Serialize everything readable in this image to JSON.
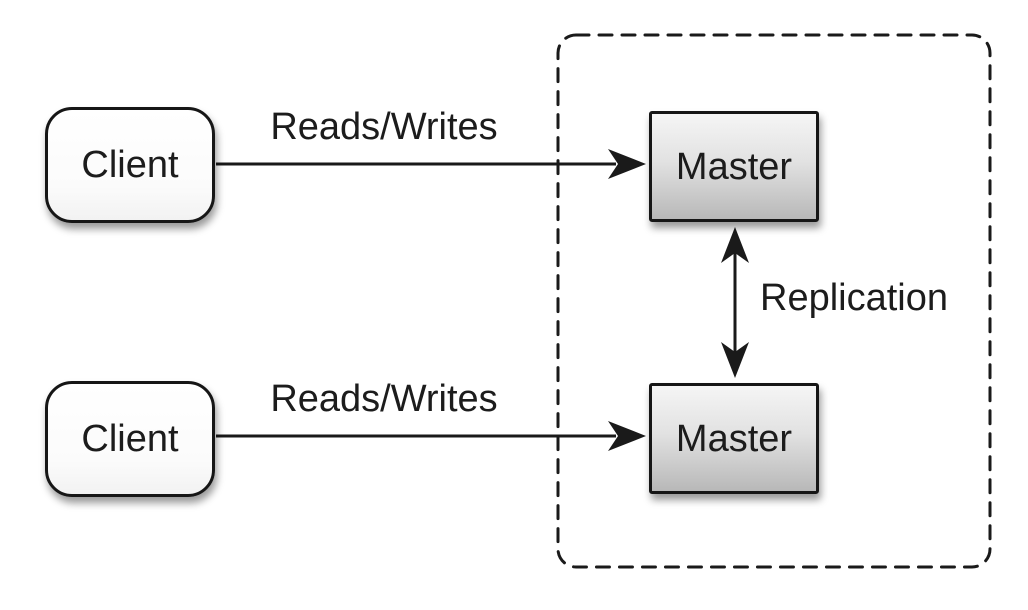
{
  "nodes": {
    "client_top": {
      "label": "Client"
    },
    "client_bottom": {
      "label": "Client"
    },
    "master_top": {
      "label": "Master"
    },
    "master_bottom": {
      "label": "Master"
    }
  },
  "edges": {
    "client_top_to_master_top": {
      "label": "Reads/Writes"
    },
    "client_bottom_to_master_bottom": {
      "label": "Reads/Writes"
    },
    "master_to_master": {
      "label": "Replication"
    }
  },
  "colors": {
    "background": "#ffffff",
    "line": "#1a1a1a",
    "text": "#1c1c1c",
    "node_border": "#161616",
    "client_fill": "#ffffff",
    "master_fill_top": "#f5f5f5",
    "master_fill_bottom": "#b8b8b8"
  }
}
